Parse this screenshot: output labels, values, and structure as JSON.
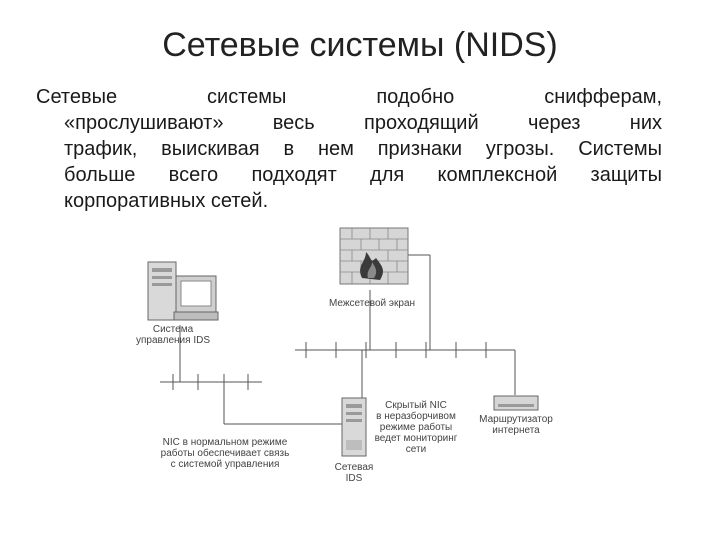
{
  "slide": {
    "title": "Сетевые системы (NIDS)",
    "paragraph_lines": [
      "Сетевые системы подобно снифферам,",
      "«прослушивают» весь проходящий через них",
      "трафик, выискивая в нем признаки угрозы. Системы",
      "больше всего подходят для комплексной защиты",
      "корпоративных сетей."
    ]
  },
  "diagram": {
    "labels": {
      "firewall": "Межсетевой экран",
      "mgmt_line1": "Система",
      "mgmt_line2": "управления IDS",
      "nic_mode_line1": "NIC в нормальном режиме",
      "nic_mode_line2": "работы обеспечивает связь",
      "nic_mode_line3": "с системой управления",
      "sensor_line1": "Сетевая",
      "sensor_line2": "IDS",
      "hidden_nic_line1": "Скрытый NIC",
      "hidden_nic_line2": "в неразборчивом",
      "hidden_nic_line3": "режиме работы",
      "hidden_nic_line4": "ведет мониторинг",
      "hidden_nic_line5": "сети",
      "router_line1": "Маршрутизатор",
      "router_line2": "интернета"
    },
    "colors": {
      "line": "#555555",
      "device": "#d9d9d9",
      "device_dark": "#9a9a9a",
      "wall": "#c8c8c8"
    }
  }
}
